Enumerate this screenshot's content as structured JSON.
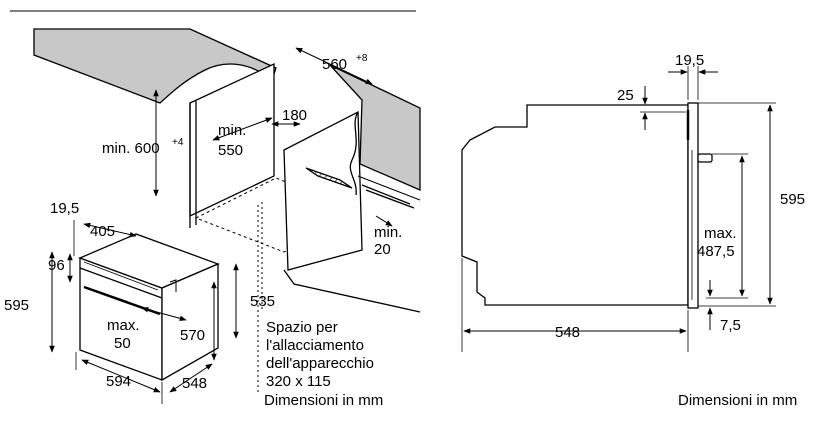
{
  "left_diagram": {
    "min_height_label": "min. 600",
    "min_height_sup": "+4",
    "niche_width_label": "560",
    "niche_width_sup": "+8",
    "min_depth_label_1": "min.",
    "min_depth_label_2": "550",
    "gap_label": "180",
    "bottom_gap_1": "min.",
    "bottom_gap_2": "20",
    "oven_top_offset": "19,5",
    "oven_panel_width": "405",
    "oven_top_height": "96",
    "oven_total_height": "595",
    "oven_max_1": "max.",
    "oven_max_2": "50",
    "oven_inner_height": "570",
    "oven_side_height": "535",
    "oven_width": "594",
    "oven_depth": "548",
    "connection_note": [
      "Spazio per",
      "l'allacciamento",
      "dell'apparecchio",
      "320 x 115"
    ],
    "units_note": "Dimensioni in mm"
  },
  "right_diagram": {
    "door_thickness": "19,5",
    "top_offset": "25",
    "total_height": "595",
    "max_label_1": "max.",
    "max_label_2": "487,5",
    "depth": "548",
    "bottom_offset": "7,5",
    "units_note": "Dimensioni in mm"
  }
}
